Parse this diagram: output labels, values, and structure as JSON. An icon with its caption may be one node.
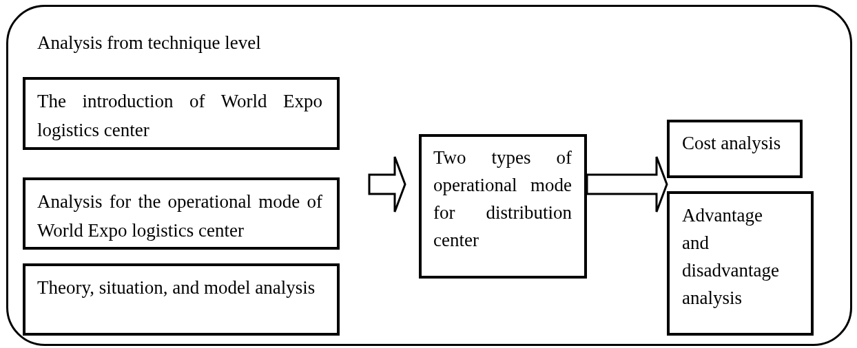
{
  "diagram": {
    "nodes": [
      {
        "text": [
          "Analysis from technique level"
        ]
      },
      {
        "text": [
          "The introduction of World Expo logistics center"
        ],
        "in": 0
      },
      {
        "text": [
          "Analysis for the operational mode of World Expo logistics center"
        ],
        "in": 0
      },
      {
        "text": [
          "Theory, situation, and model analysis"
        ],
        "in": 0
      },
      {
        "text": [
          "Two types of operational mode for distribution center"
        ],
        "in": 0
      },
      {
        "text": [
          "Cost analysis"
        ],
        "in": 0
      },
      {
        "text": [
          "Advantage and disadvantage analysis"
        ],
        "in": 0
      }
    ],
    "edges": [
      {
        "from": null,
        "to": 4,
        "arrow": "to"
      },
      {
        "from": 4,
        "to": 5,
        "arrow": "to"
      },
      {
        "from": 4,
        "to": 6,
        "arrow": "to"
      }
    ]
  }
}
